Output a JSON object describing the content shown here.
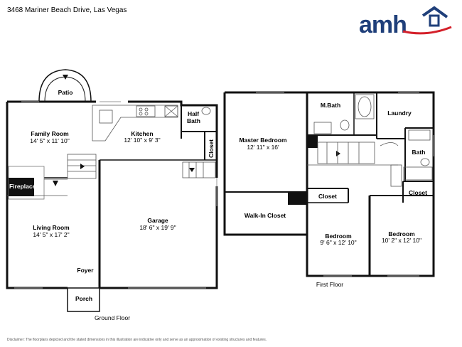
{
  "header": {
    "address": "3468 Mariner Beach Drive, Las Vegas",
    "logo_text": "amh"
  },
  "floors": {
    "ground": "Ground Floor",
    "first": "First Floor"
  },
  "rooms": {
    "patio": "Patio",
    "family_room": "Family Room",
    "family_room_dim": "14' 5\" x 11' 10\"",
    "kitchen": "Kitchen",
    "kitchen_dim": "12' 10\" x 9' 3\"",
    "half_bath_1": "Half",
    "half_bath_2": "Bath",
    "closet_ground": "Closet",
    "fireplace": "Fireplace",
    "garage": "Garage",
    "garage_dim": "18' 6\" x 19' 9\"",
    "living_room": "Living Room",
    "living_room_dim": "14' 5\" x 17' 2\"",
    "foyer": "Foyer",
    "porch": "Porch",
    "master_bedroom": "Master Bedroom",
    "master_bedroom_dim": "12' 11\" x 16'",
    "m_bath": "M.Bath",
    "laundry": "Laundry",
    "bath": "Bath",
    "closet_up_left": "Closet",
    "closet_up_right": "Closet",
    "walk_in_closet": "Walk-In Closet",
    "bedroom_1": "Bedroom",
    "bedroom_1_dim": "9' 6\" x 12' 10\"",
    "bedroom_2": "Bedroom",
    "bedroom_2_dim": "10' 2\" x 12' 10\""
  },
  "disclaimer": "Disclaimer: The floorplans depicted and the stated dimensions in this illustration are indicative only and serve as an approximation of existing structures and features.",
  "colors": {
    "logo_blue": "#1f3f7a",
    "logo_red": "#d4202a",
    "wall": "#111111"
  }
}
